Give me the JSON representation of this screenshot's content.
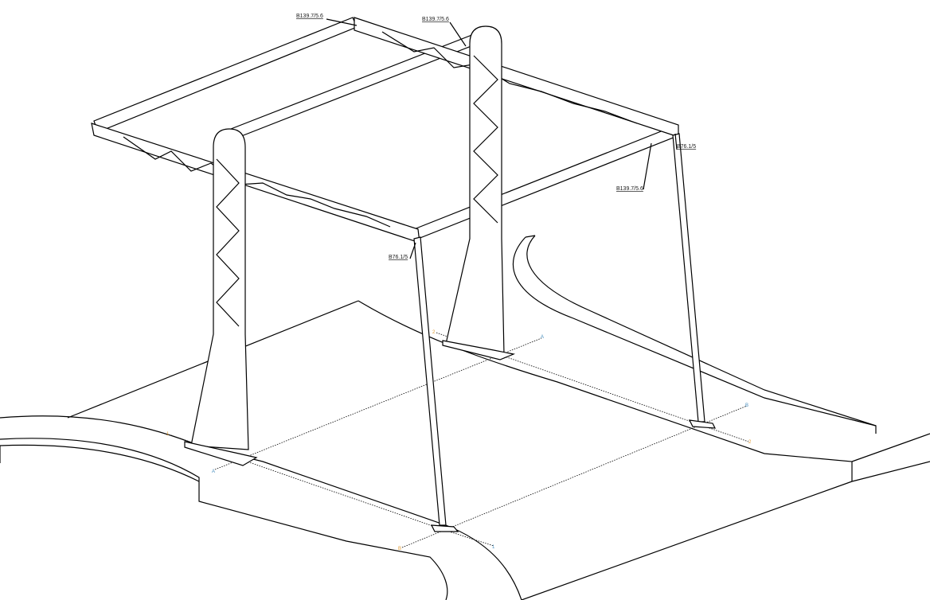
{
  "drawing": {
    "title": "Canopy steel frame isometric",
    "member_labels": [
      {
        "id": "top-tube-rear",
        "text": "B139.7/5.6"
      },
      {
        "id": "top-tube-middle",
        "text": "B139.7/5.6"
      },
      {
        "id": "top-tube-front",
        "text": "B139.7/5.6"
      },
      {
        "id": "leg-right",
        "text": "B76.1/5"
      },
      {
        "id": "leg-front",
        "text": "B76.1/5"
      }
    ],
    "grid_labels": [
      "1",
      "A",
      "2",
      "A",
      "B",
      "2",
      "B",
      "1"
    ],
    "colors": {
      "line": "#000000",
      "label_underline": "#c08a2a",
      "grid_a": "#4a90c0",
      "grid_num": "#e09a30"
    }
  }
}
